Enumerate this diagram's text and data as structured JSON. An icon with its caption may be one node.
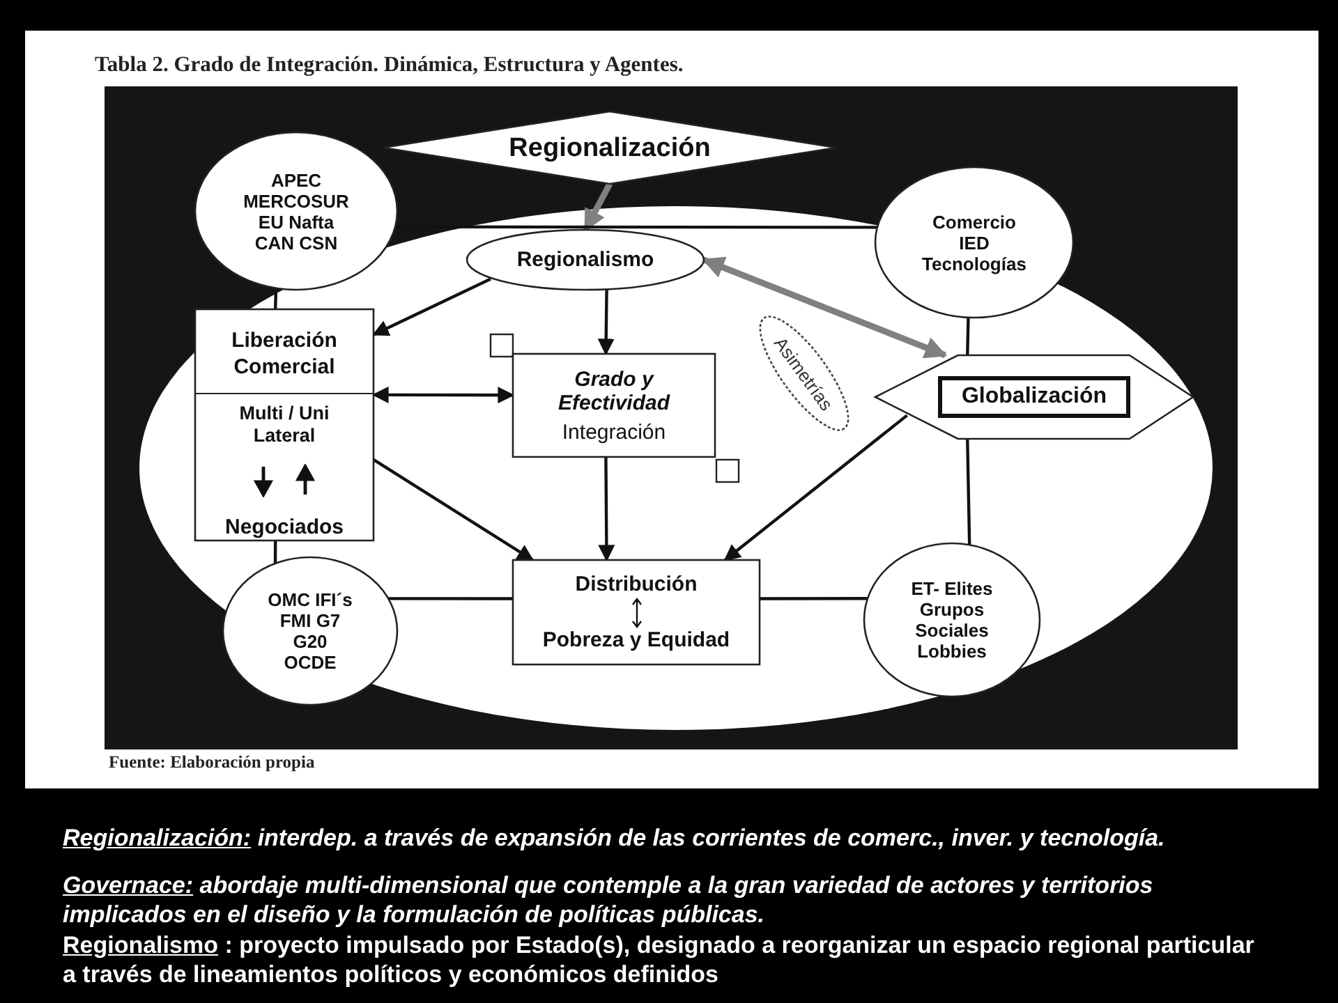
{
  "diagram": {
    "title": "Tabla 2. Grado de Integración. Dinámica, Estructura y Agentes.",
    "caption": "Fuente: Elaboración propia",
    "nodes": [
      {
        "text": [
          "Regionalización"
        ]
      },
      {
        "text": [
          "APEC MERCOSUR EU Nafta CAN CSN"
        ]
      },
      {
        "text": [
          "Comercio IED Tecnologías"
        ]
      },
      {
        "text": [
          "Regionalismo"
        ]
      },
      {
        "text": [
          "Liberación Comercial",
          "Multi / Uni Lateral",
          "Negociados"
        ]
      },
      {
        "text": [
          "Asimetrías"
        ]
      },
      {
        "text": [
          "Grado y Efectividad",
          "Integración"
        ]
      },
      {
        "text": [
          "Globalización"
        ]
      },
      {
        "text": [
          "Distribución",
          "Pobreza y Equidad"
        ]
      },
      {
        "text": [
          "OMC IFI´s FMI G7 G20 OCDE"
        ]
      },
      {
        "text": [
          "ET- Elites Grupos Sociales Lobbies"
        ]
      }
    ],
    "edges": [
      {
        "from": 0,
        "to": 3,
        "arrow": "to",
        "style": "thick",
        "color": "#808080"
      },
      {
        "from": 1,
        "to": 2,
        "arrow": "none"
      },
      {
        "from": 1,
        "to": 4,
        "arrow": "none"
      },
      {
        "from": 4,
        "to": 9,
        "arrow": "none"
      },
      {
        "from": 9,
        "to": 8,
        "arrow": "none"
      },
      {
        "from": 8,
        "to": 10,
        "arrow": "none"
      },
      {
        "from": 2,
        "to": 7,
        "arrow": "none"
      },
      {
        "from": 7,
        "to": 10,
        "arrow": "none"
      },
      {
        "from": 3,
        "to": 4,
        "arrow": "to"
      },
      {
        "from": 3,
        "to": 6,
        "arrow": "to"
      },
      {
        "from": 4,
        "to": 6,
        "arrow": "both"
      },
      {
        "from": 4,
        "to": 8,
        "arrow": "to"
      },
      {
        "from": 6,
        "to": 8,
        "arrow": "to"
      },
      {
        "from": 7,
        "to": 8,
        "arrow": "to"
      },
      {
        "from": 3,
        "to": 7,
        "arrow": "both",
        "style": "thick",
        "color": "#808080"
      }
    ],
    "labels": [
      "Regionalización:",
      "interdep. a través de expansión de las corrientes de comerc., inver. y tecnología.",
      "Governace:",
      "abordaje multi-dimensional que contemple a la gran variedad de actores y territorios implicados en el diseño y la formulación de políticas públicas.",
      "Regionalismo",
      ": proyecto impulsado por Estado(s), designado a reorganizar un espacio regional particular a través de lineamientos políticos y económicos definidos"
    ]
  }
}
